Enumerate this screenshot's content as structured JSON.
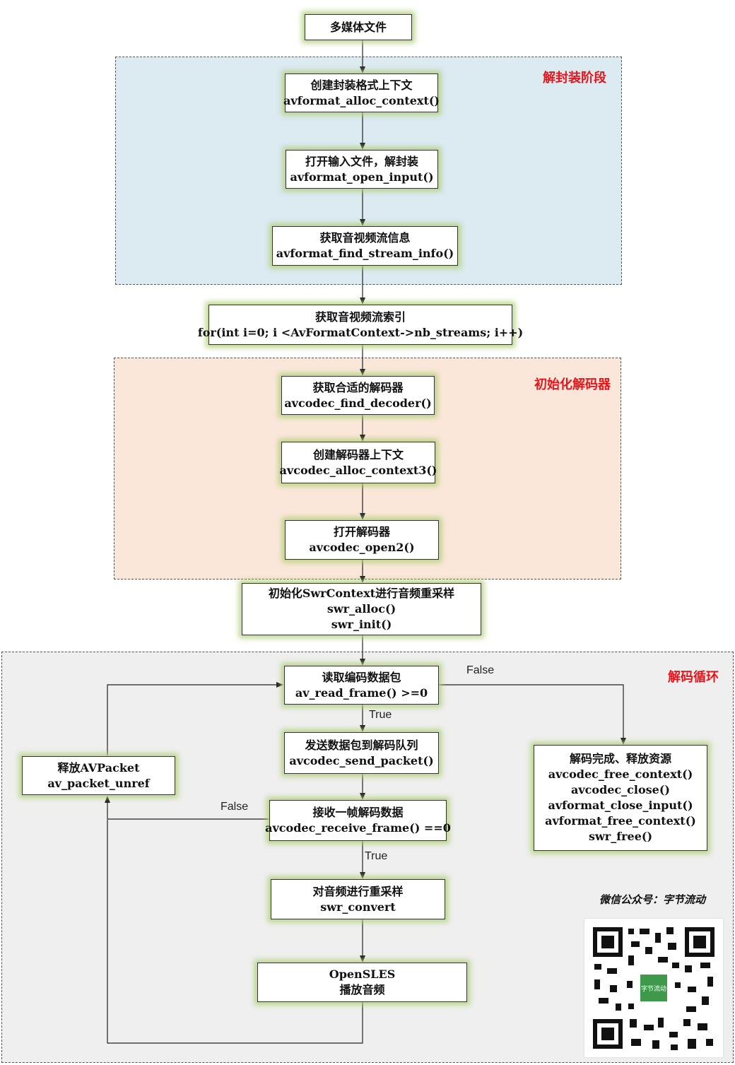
{
  "stages": {
    "demux": "解封装阶段",
    "decoder_init": "初始化解码器",
    "decode_loop": "解码循环"
  },
  "nodes": {
    "media_file": [
      "多媒体文件"
    ],
    "alloc_format": [
      "创建封装格式上下文",
      "avformat_alloc_context()"
    ],
    "open_input": [
      "打开输入文件，解封装",
      "avformat_open_input()"
    ],
    "stream_info": [
      "获取音视频流信息",
      "avformat_find_stream_info()"
    ],
    "stream_index": [
      "获取音视频流索引",
      "for(int i=0; i <AvFormatContext->nb_streams; i++)"
    ],
    "find_decoder": [
      "获取合适的解码器",
      "avcodec_find_decoder()"
    ],
    "alloc_codec_ctx": [
      "创建解码器上下文",
      "avcodec_alloc_context3()"
    ],
    "open_decoder": [
      "打开解码器",
      "avcodec_open2()"
    ],
    "swr_init": [
      "初始化SwrContext进行音频重采样",
      "swr_alloc()",
      "swr_init()"
    ],
    "read_packet": [
      "读取编码数据包",
      "av_read_frame() >=0"
    ],
    "send_packet": [
      "发送数据包到解码队列",
      "avcodec_send_packet()"
    ],
    "receive_frame": [
      "接收一帧解码数据",
      "avcodec_receive_frame() ==0"
    ],
    "resample": [
      "对音频进行重采样",
      "swr_convert"
    ],
    "opensles": [
      "OpenSLES",
      "播放音频"
    ],
    "release_packet": [
      "释放AVPacket",
      "av_packet_unref"
    ],
    "finish": [
      "解码完成、释放资源",
      "avcodec_free_context()",
      "avcodec_close()",
      "avformat_close_input()",
      "avformat_free_context()",
      "swr_free()"
    ]
  },
  "edge_labels": {
    "read_false": "False",
    "read_true": "True",
    "receive_false": "False",
    "receive_true": "True"
  },
  "footer": {
    "wechat": "微信公众号：字节流动",
    "qr_logo": "字节流动"
  },
  "colors": {
    "demux_bg": "#dceaf2",
    "decoder_bg": "#fbe7da",
    "loop_bg": "#efefef",
    "stage_title": "#e8151a",
    "node_glow": "#b2d078"
  }
}
